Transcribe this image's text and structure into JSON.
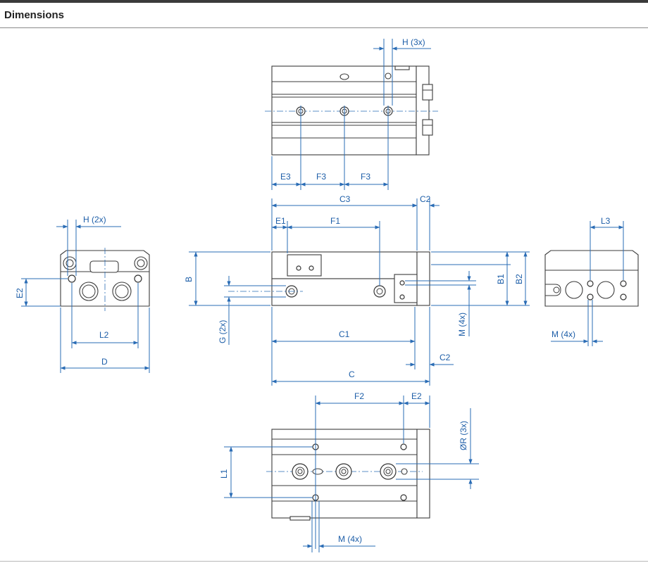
{
  "header": {
    "title": "Dimensions"
  },
  "labels": {
    "h3x": "H (3x)",
    "e3": "E3",
    "f3a": "F3",
    "f3b": "F3",
    "c3": "C3",
    "c2_top": "C2",
    "e1": "E1",
    "f1": "F1",
    "h2x": "H (2x)",
    "e2_left": "E2",
    "l2": "L2",
    "d": "D",
    "b": "B",
    "g2x": "G (2x)",
    "c1": "C1",
    "c2_bottom": "C2",
    "c": "C",
    "m4x_side": "M (4x)",
    "b1": "B1",
    "b2": "B2",
    "l3": "L3",
    "m4x_right": "M (4x)",
    "f2": "F2",
    "e2_bottom": "E2",
    "r3x": "ØR (3x)",
    "l1": "L1",
    "m4x_bottom": "M (4x)"
  },
  "colors": {
    "dimension": "#2a6cb5",
    "outline": "#3b3b3b",
    "header_rule": "#3a3a3a"
  }
}
